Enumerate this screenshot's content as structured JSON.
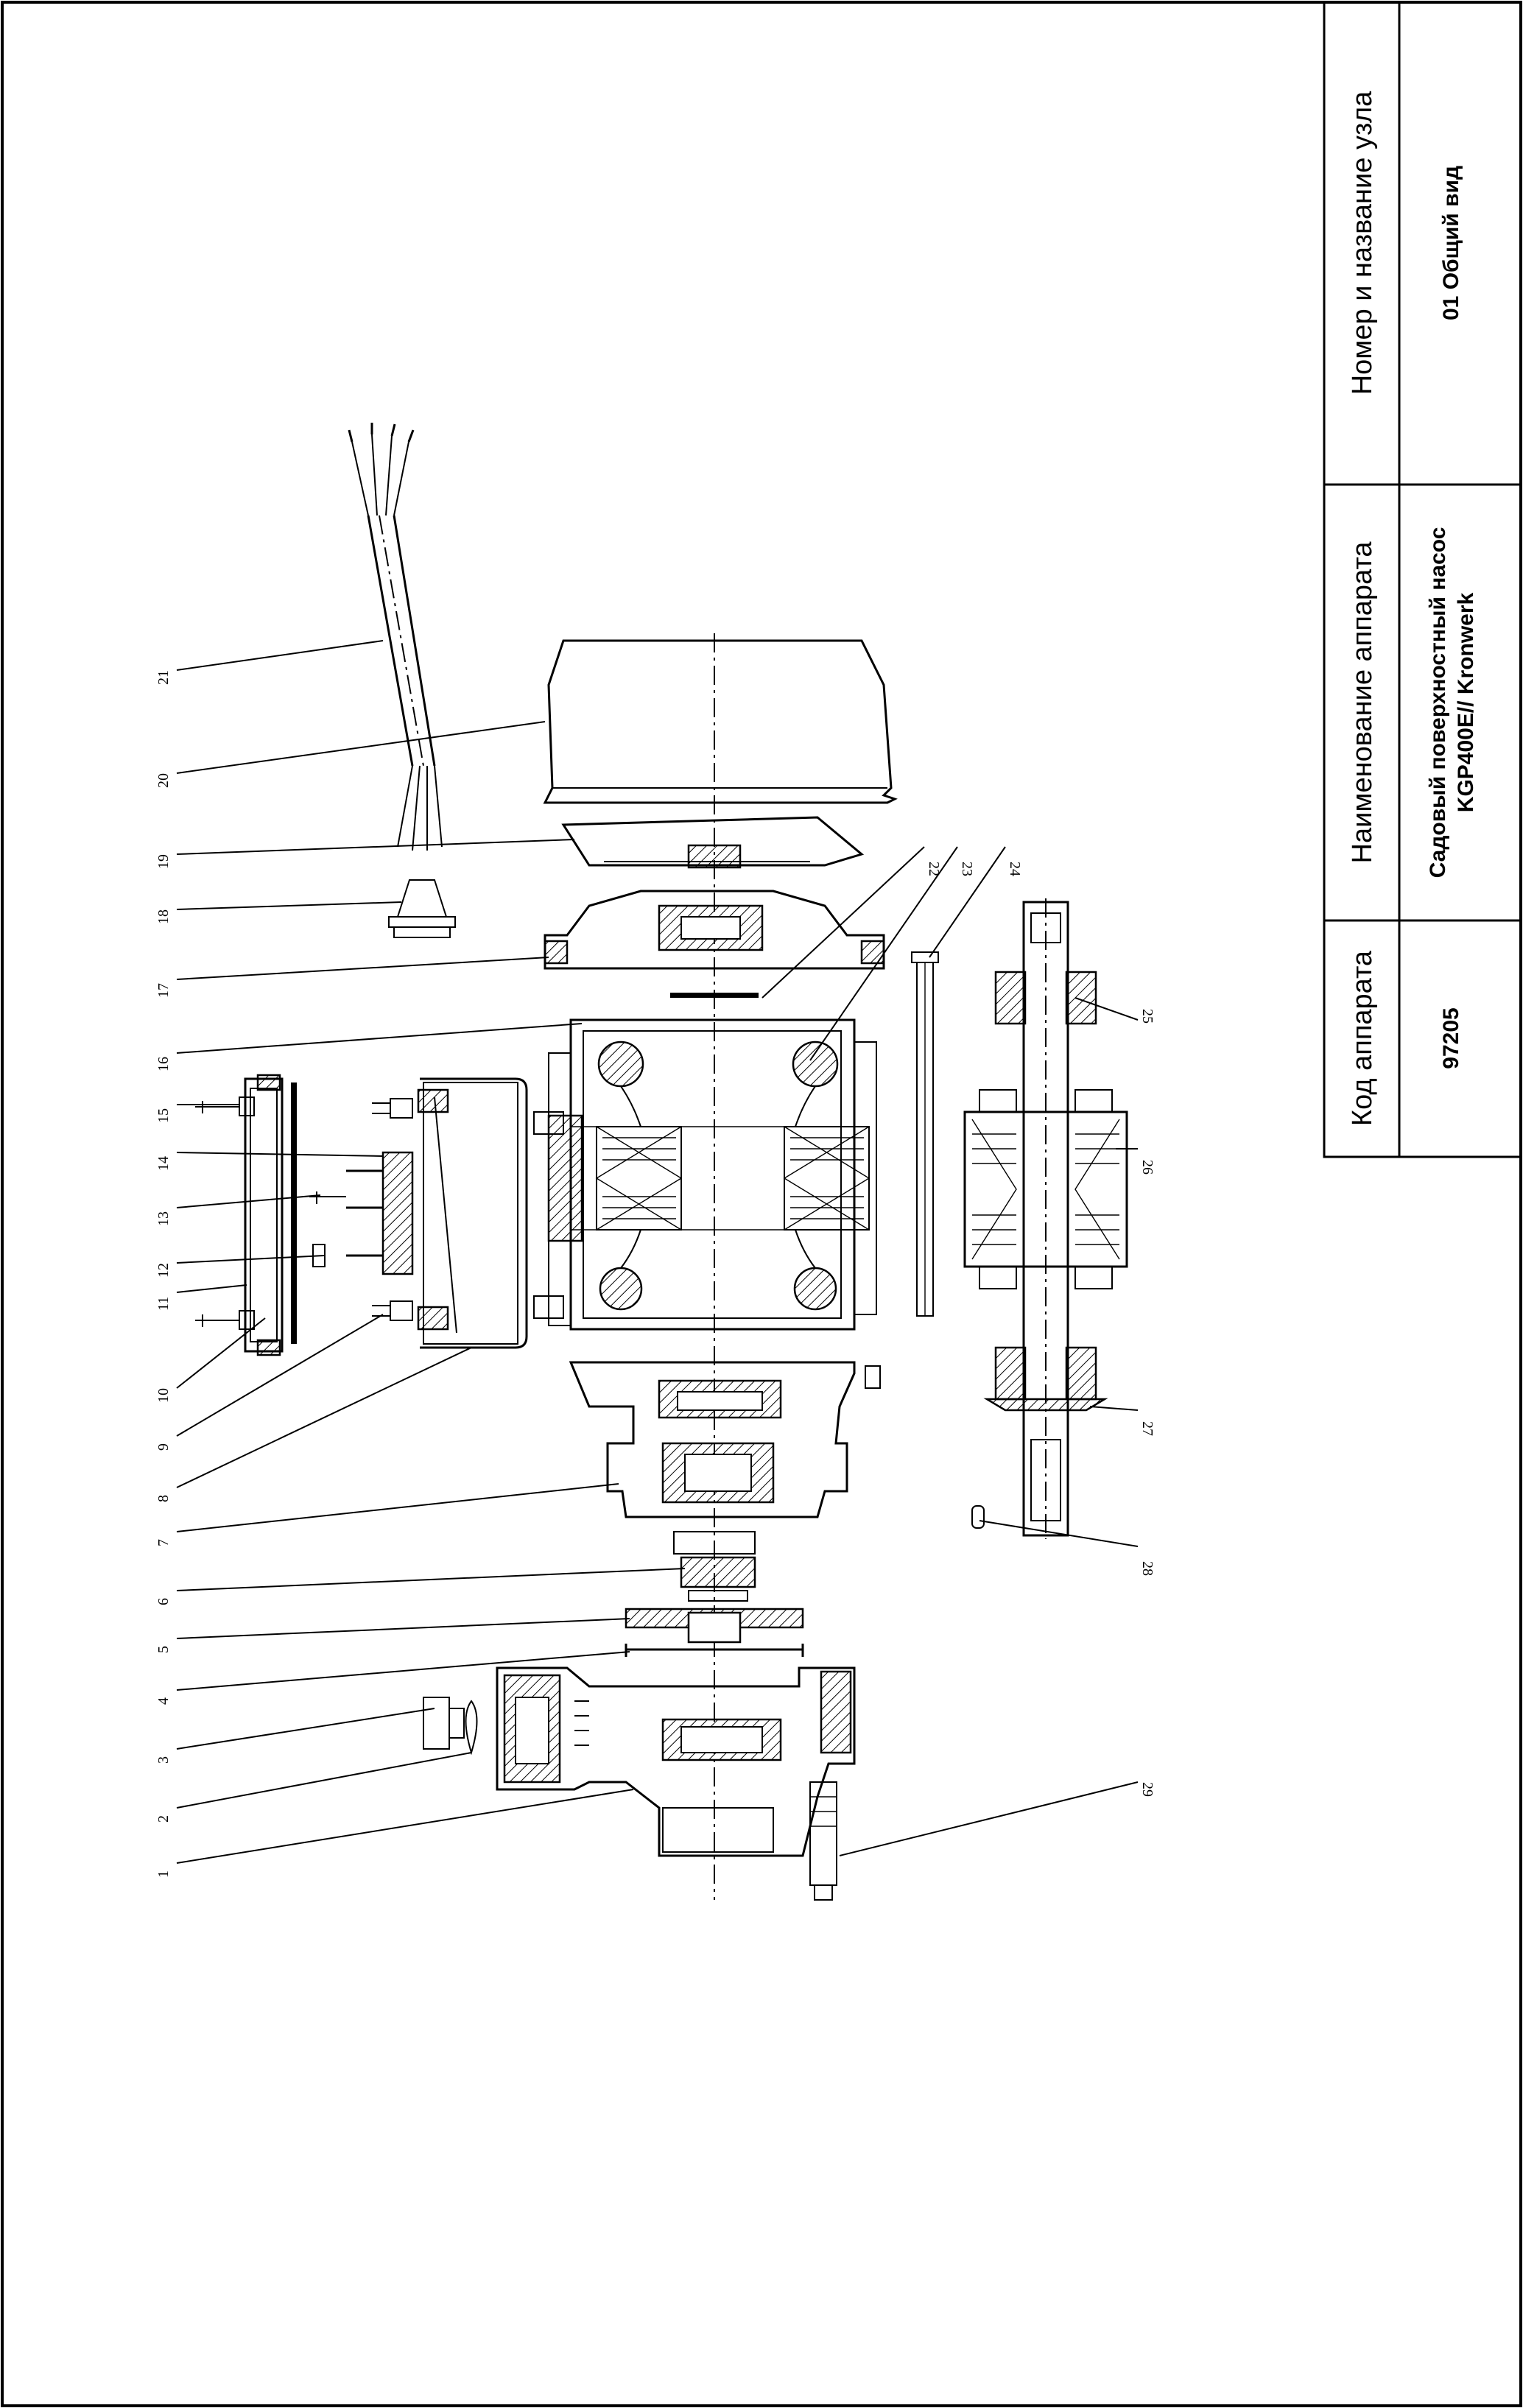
{
  "title_block": {
    "unit_header": "Номер и название узла",
    "unit_value": "01 Общий вид",
    "device_name_header": "Наименование аппарата",
    "device_name_line1": "Садовый поверхностный насос",
    "device_name_line2": "KGP400E// Kronwerk",
    "device_code_header": "Код аппарата",
    "device_code_value": "97205"
  },
  "callouts": [
    "1",
    "2",
    "3",
    "4",
    "5",
    "6",
    "7",
    "8",
    "9",
    "10",
    "11",
    "12",
    "13",
    "14",
    "15",
    "16",
    "17",
    "18",
    "19",
    "20",
    "21",
    "22",
    "23",
    "24",
    "25",
    "26",
    "27",
    "28",
    "29"
  ]
}
